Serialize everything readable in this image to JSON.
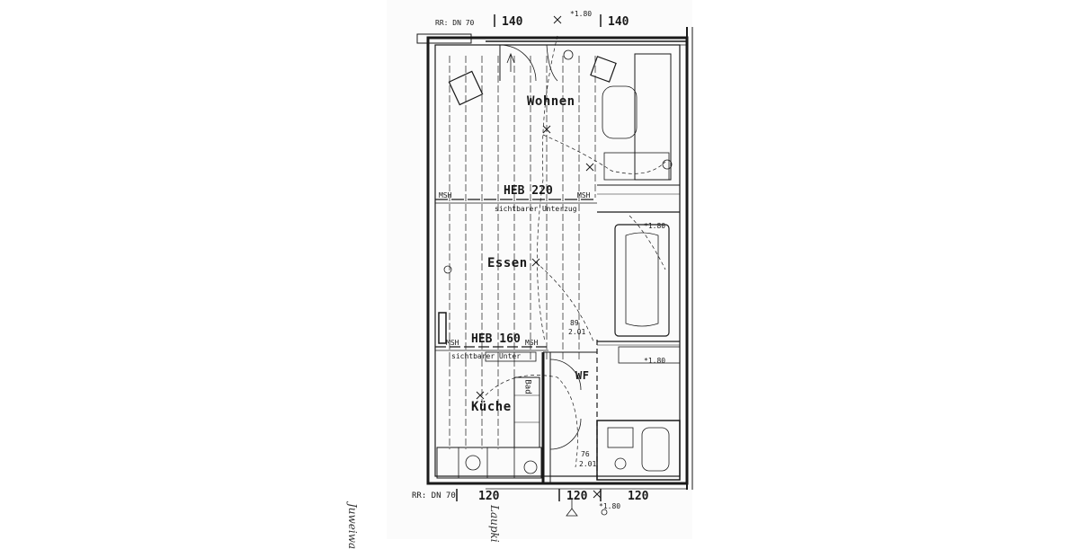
{
  "rooms": {
    "wohnen": "Wohnen",
    "essen": "Essen",
    "kueche": "Küche",
    "bad": "Bad",
    "wf": "WF"
  },
  "beams": {
    "upper_label": "HEB 220",
    "upper_sub": "sichtbarer Unterzug",
    "lower_label": "HEB 160",
    "lower_sub": "sichtbarer Unter"
  },
  "msh": [
    "MSH",
    "MSH",
    "MSH",
    "MSH"
  ],
  "top_dims": {
    "left": "RR: DN 70",
    "d1": "140",
    "d2": "140",
    "note": "*1.80"
  },
  "bottom_dims": {
    "left": "RR: DN 70",
    "d1": "120",
    "d2": "120",
    "d3": "120",
    "note": "*1.80"
  },
  "doors": {
    "d1_width": "89",
    "d1_height": "2.01",
    "d2_width": "76",
    "d2_height": "2.01"
  },
  "right_marks": [
    "*1.80",
    "*1.80"
  ],
  "handwriting": {
    "left_margin": "Juweiwa",
    "bottom": "Laupki"
  },
  "colors": {
    "ink": "#1a1a1a",
    "paper": "#fbfbfb"
  }
}
